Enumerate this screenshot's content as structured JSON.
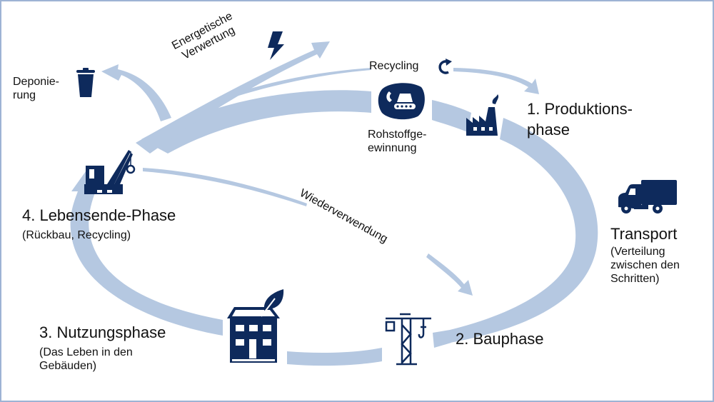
{
  "title": "Lebenszyklus von Gebäuden",
  "colors": {
    "flow": "#b5c8e1",
    "flow_dark": "#9fb5d6",
    "icon": "#0e2a5c",
    "frame": "#9db3d4",
    "text": "#111111"
  },
  "phases": {
    "production": {
      "line1": "1. Produktions-",
      "line2": "phase",
      "icon": "factory-icon"
    },
    "construction": {
      "line1": "2. Bauphase",
      "icon": "tower-crane-icon"
    },
    "use": {
      "line1": "3. Nutzungsphase",
      "sub1": "(Das Leben in den",
      "sub2": "Gebäuden)",
      "icon": "house-leaf-icon"
    },
    "end_of_life": {
      "line1": "4. Lebensende-Phase",
      "sub1": "(Rückbau, Recycling)",
      "icon": "demolition-crane-icon"
    }
  },
  "extraction": {
    "line1": "Rohstoffge-",
    "line2": "ewinnung",
    "icon": "excavator-icon"
  },
  "transport": {
    "title": "Transport",
    "sub1": "(Verteilung",
    "sub2": "zwischen den",
    "sub3": "Schritten)",
    "icon": "truck-icon"
  },
  "flows": {
    "landfill": {
      "line1": "Deponie-",
      "line2": "rung",
      "icon": "trash-bin-icon"
    },
    "energy_recovery": {
      "line1": "Energetische",
      "line2": "Verwertung",
      "icon": "lightning-icon"
    },
    "recycling": {
      "label": "Recycling",
      "icon": "recycle-icon"
    },
    "reuse": {
      "label": "Wiederverwendung"
    }
  }
}
